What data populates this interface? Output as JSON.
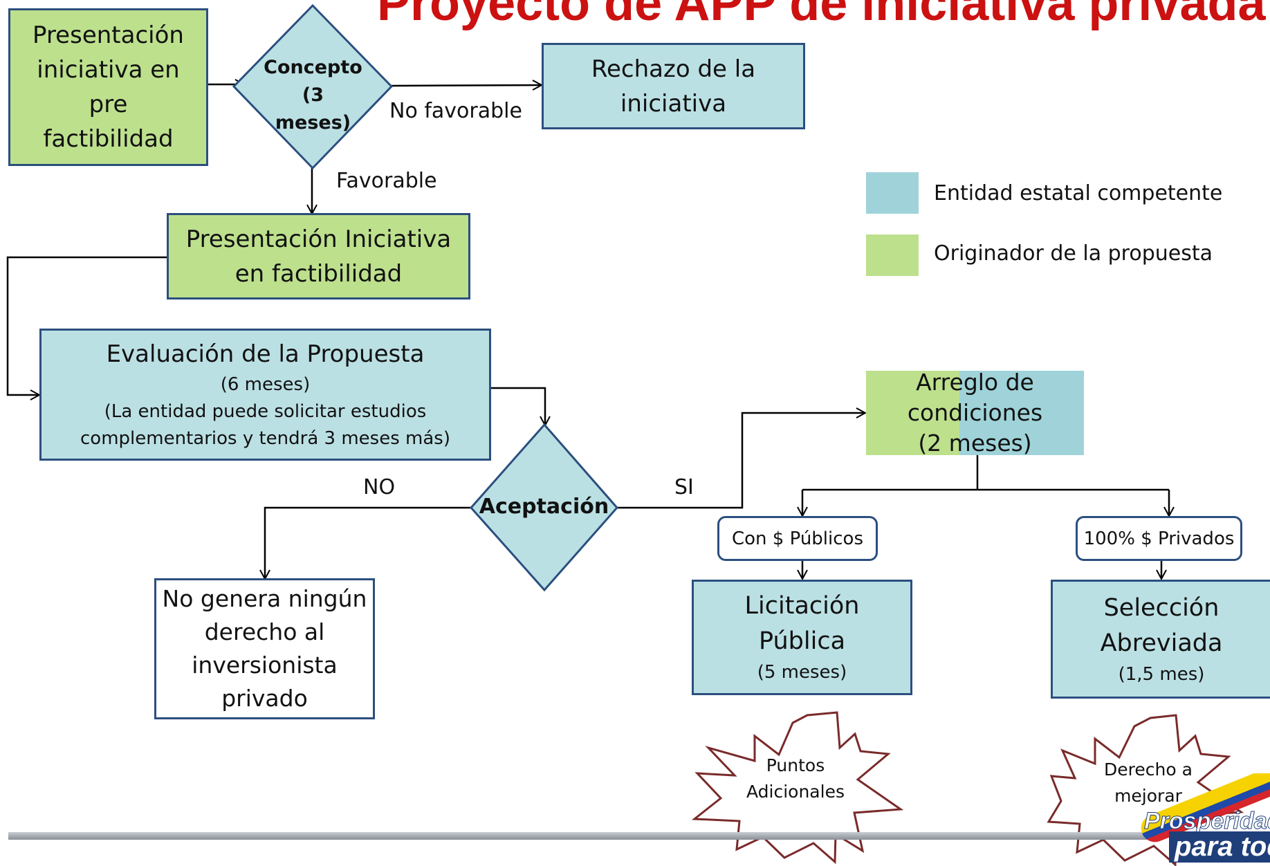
{
  "title": "Proyecto de APP de iniciativa privada",
  "colors": {
    "originator": "#bde08d",
    "entity": "#bbe0e4",
    "border": "#2b4f7e",
    "title": "#cc1111"
  },
  "nodes": {
    "prefeasibility": [
      "Presentación",
      "iniciativa en",
      "pre",
      "factibilidad"
    ],
    "concept": [
      "Concepto",
      "(3 meses)"
    ],
    "rejection": [
      "Rechazo de la",
      "iniciativa"
    ],
    "feasibility": [
      "Presentación Iniciativa",
      "en factibilidad"
    ],
    "evaluation": {
      "title": "Evaluación de la Propuesta",
      "duration": "(6 meses)",
      "note1": "(La entidad puede solicitar estudios",
      "note2": "complementarios y tendrá 3 meses más)"
    },
    "acceptance": "Aceptación",
    "no_right": [
      "No genera ningún",
      "derecho al",
      "inversionista",
      "privado"
    ],
    "arrangement": [
      "Arreglo de",
      "condiciones",
      "(2 meses)"
    ],
    "public_funds": "Con $ Públicos",
    "private_funds": "100% $ Privados",
    "tender": {
      "line1": "Licitación",
      "line2": "Pública",
      "duration": "(5 meses)"
    },
    "abbreviated": {
      "line1": "Selección",
      "line2": "Abreviada",
      "duration": "(1,5 mes)"
    },
    "burst_points": [
      "Puntos",
      "Adicionales"
    ],
    "burst_improve": [
      "Derecho a",
      "mejorar"
    ]
  },
  "edges": {
    "unfavorable": "No favorable",
    "favorable": "Favorable",
    "no": "NO",
    "yes": "SI"
  },
  "legend": [
    {
      "label": "Entidad estatal competente",
      "color": "#9fd3d9"
    },
    {
      "label": "Originador de la propuesta",
      "color": "#bde08d"
    }
  ],
  "logo": [
    "Prosperidad",
    "para todos"
  ]
}
